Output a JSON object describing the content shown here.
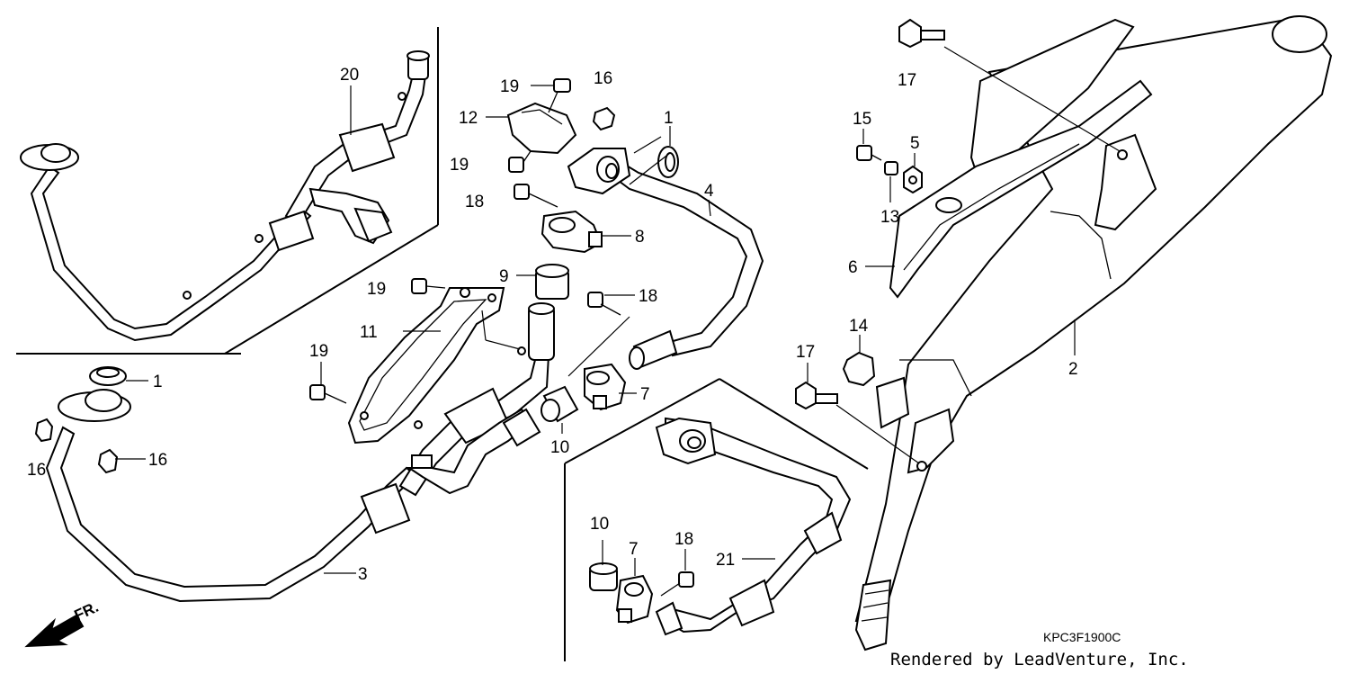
{
  "labels": {
    "p1a": "1",
    "p1b": "1",
    "p2": "2",
    "p3": "3",
    "p4": "4",
    "p5": "5",
    "p6": "6",
    "p7a": "7",
    "p7b": "7",
    "p8": "8",
    "p9": "9",
    "p10a": "10",
    "p10b": "10",
    "p11": "11",
    "p12": "12",
    "p13": "13",
    "p14": "14",
    "p15": "15",
    "p16a": "16",
    "p16b": "16",
    "p16c": "16",
    "p17a": "17",
    "p17b": "17",
    "p18a": "18",
    "p18b": "18",
    "p18c": "18",
    "p19a": "19",
    "p19b": "19",
    "p19c": "19",
    "p19d": "19",
    "p20": "20",
    "p21": "21"
  },
  "diagram_code": "KPC3F1900C",
  "credit": "Rendered by LeadVenture, Inc.",
  "front_label": "FR."
}
